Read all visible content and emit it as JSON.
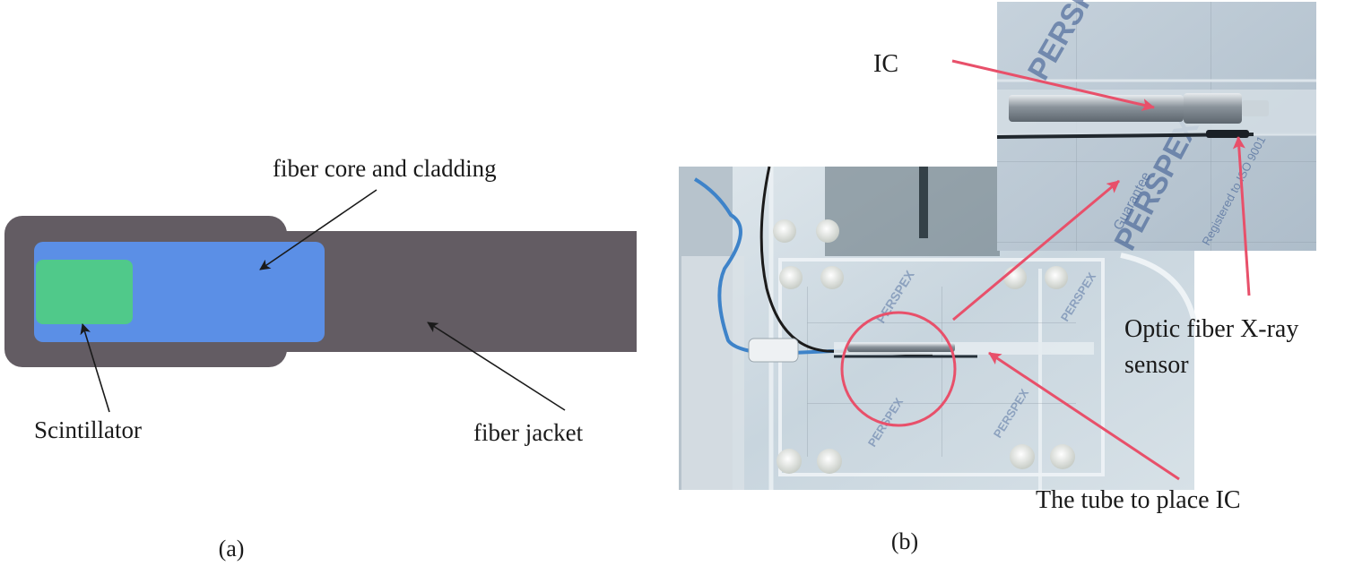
{
  "panel_a": {
    "caption": "(a)",
    "labels": {
      "core": "fiber core and cladding",
      "scintillator": "Scintillator",
      "jacket": "fiber jacket"
    },
    "colors": {
      "jacket": "#635c63",
      "core": "#5b8fe6",
      "scintillator": "#50c98a",
      "arrow": "#1a1a1a"
    }
  },
  "panel_b": {
    "caption": "(b)",
    "labels": {
      "ic": "IC",
      "sensor_line1": "Optic fiber X-ray",
      "sensor_line2": "sensor",
      "tube": "The tube to place IC"
    },
    "photo_text": {
      "brand": "PERSPEX",
      "iso": "Registered to ISO 9001",
      "guarantee": "Guarantee"
    },
    "colors": {
      "annotation": "#e8506a",
      "phantom": "#c9d6df",
      "inset": "#b9c7d3"
    }
  }
}
